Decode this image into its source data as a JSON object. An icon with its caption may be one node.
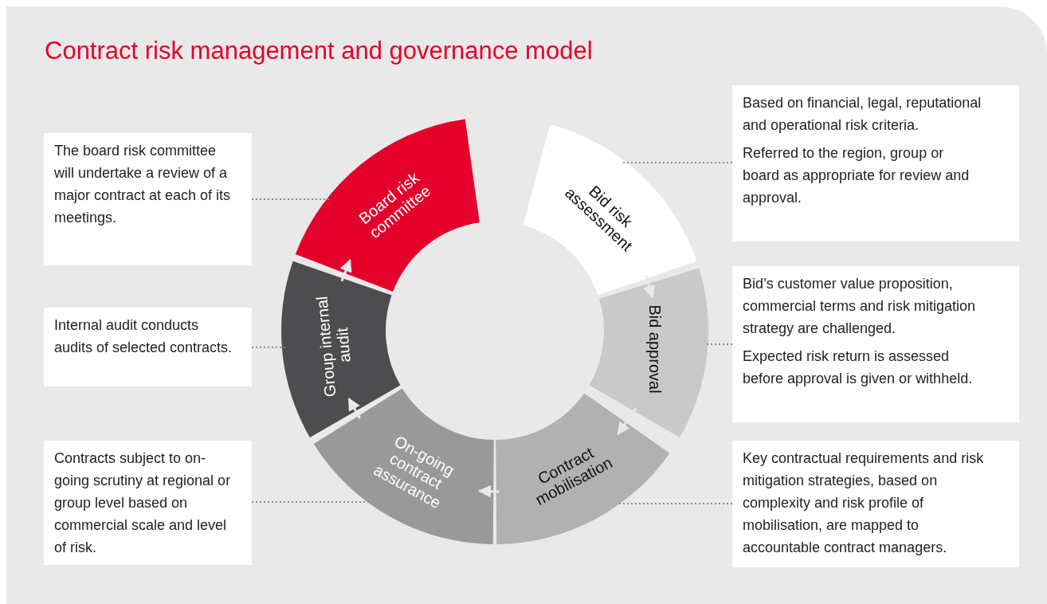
{
  "diagram": {
    "title": "Contract risk management and governance model",
    "nodes": [
      {
        "text": [
          "The board risk committee will undertake a review of a major contract at each of its meetings."
        ]
      },
      {
        "text": [
          "Board risk committee"
        ]
      },
      {
        "text": [
          "Bid risk assessment"
        ]
      },
      {
        "text": [
          "Based on financial, legal, reputational and operational risk criteria.",
          "Referred to the region, group or board as appropriate for review and approval."
        ]
      },
      {
        "text": [
          "Internal audit conducts audits of selected contracts."
        ]
      },
      {
        "text": [
          "Group internal audit"
        ]
      },
      {
        "text": [
          "Bid approval"
        ]
      },
      {
        "text": [
          "Bid’s customer value proposition, commercial terms and risk mitigation strategy are challenged.",
          "Expected risk return is assessed before approval is given or withheld."
        ]
      },
      {
        "text": [
          "Contracts subject to on-going scrutiny at regional or group level based on commercial scale and level of risk."
        ]
      },
      {
        "text": [
          "On-going contract assurance"
        ]
      },
      {
        "text": [
          "Contract mobilisation"
        ]
      },
      {
        "text": [
          "Key contractual requirements and risk mitigation strategies, based on complexity and risk profile of mobilisation, are mapped to accountable contract managers."
        ]
      }
    ],
    "edges": [
      {
        "from": 2,
        "to": 6,
        "arrow": "to",
        "color": "#e9e9e9"
      },
      {
        "from": 6,
        "to": 10,
        "arrow": "to",
        "color": "#e9e9e9"
      },
      {
        "from": 10,
        "to": 9,
        "arrow": "to",
        "color": "#e9e9e9"
      },
      {
        "from": 9,
        "to": 5,
        "arrow": "to",
        "color": "#e9e9e9"
      },
      {
        "from": 5,
        "to": 1,
        "arrow": "to",
        "color": "#e9e9e9"
      },
      {
        "from": 0,
        "to": 1,
        "arrow": "none",
        "style": "dashed"
      },
      {
        "from": 3,
        "to": 2,
        "arrow": "none",
        "style": "dashed"
      },
      {
        "from": 4,
        "to": 5,
        "arrow": "none",
        "style": "dashed"
      },
      {
        "from": 7,
        "to": 6,
        "arrow": "none",
        "style": "dashed"
      },
      {
        "from": 8,
        "to": 9,
        "arrow": "none",
        "style": "dashed"
      },
      {
        "from": 11,
        "to": 10,
        "arrow": "none",
        "style": "dashed"
      }
    ]
  }
}
